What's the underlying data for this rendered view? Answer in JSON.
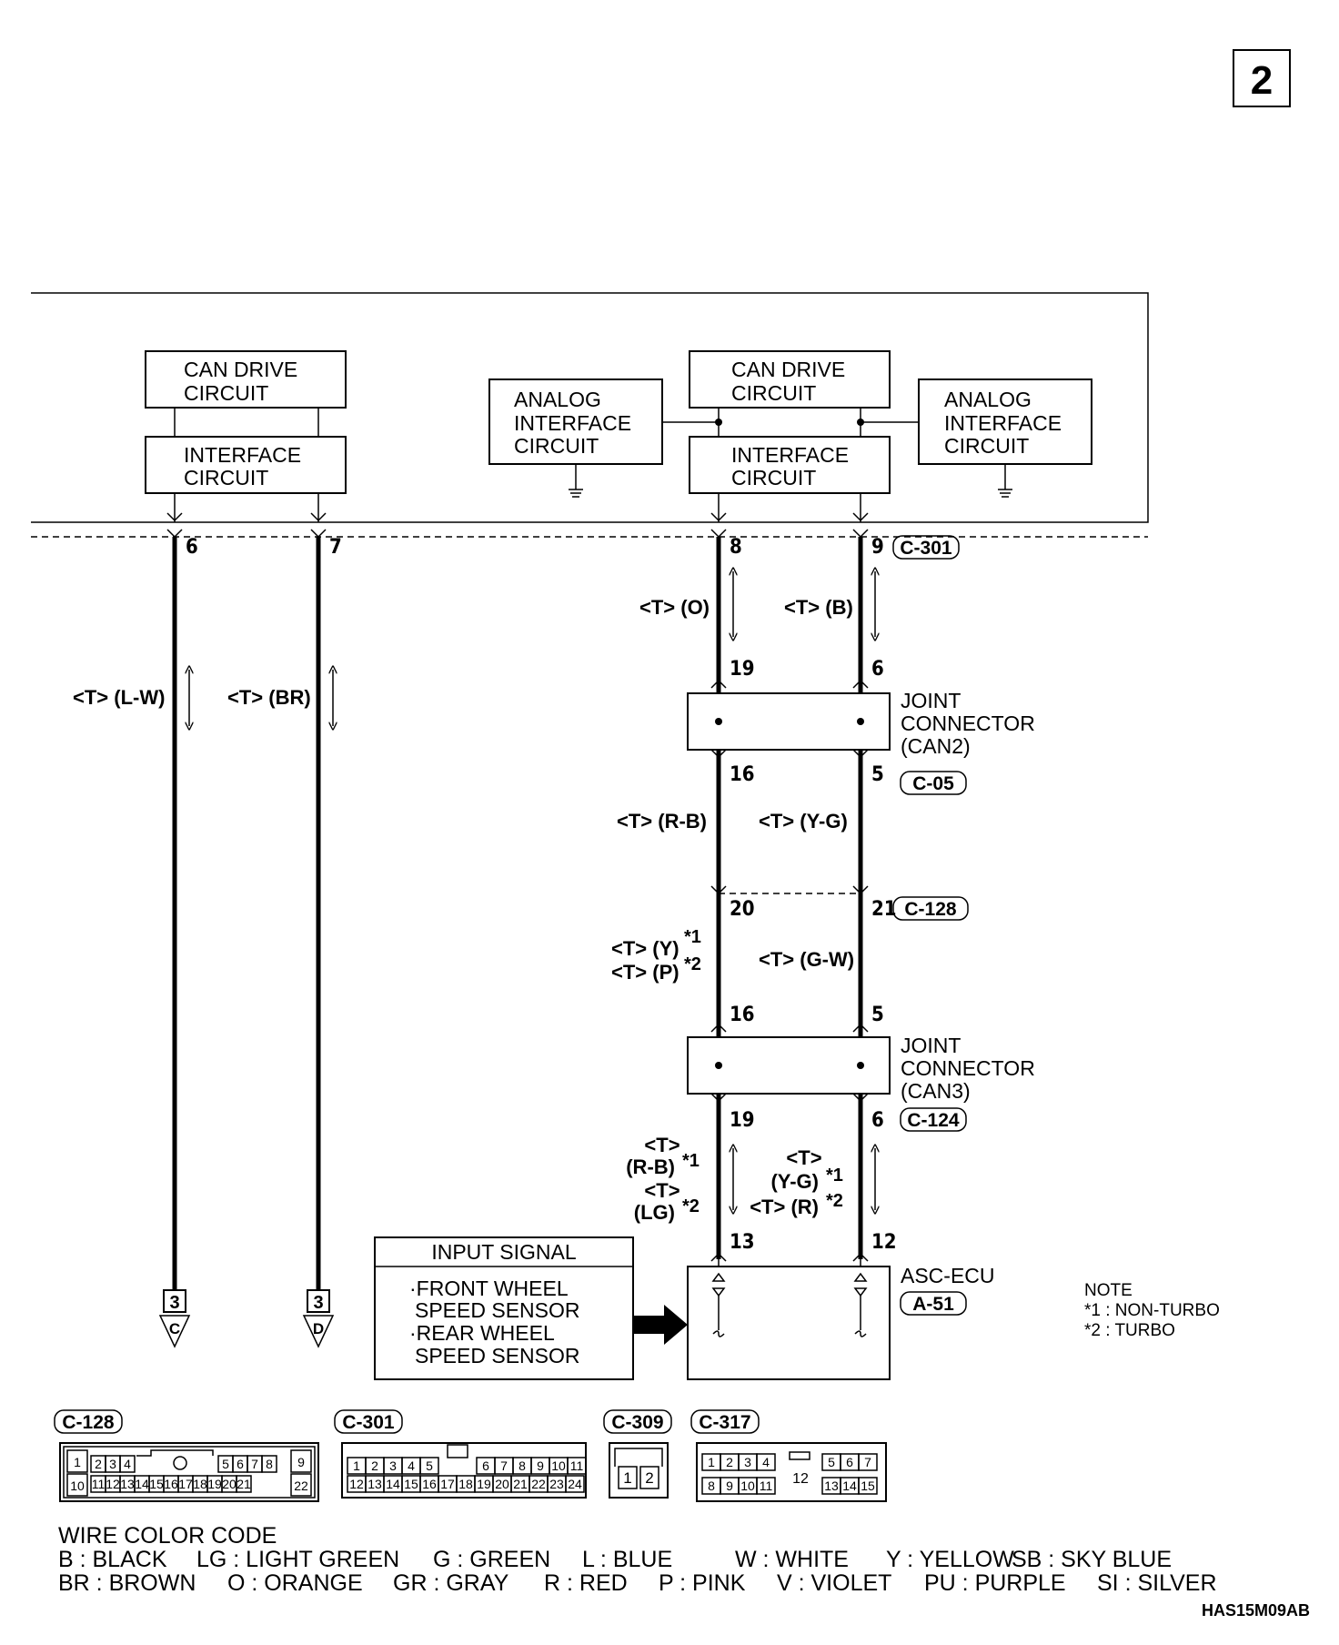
{
  "page_marker": "2",
  "blocks": {
    "can_drive_left": [
      "CAN DRIVE",
      "CIRCUIT"
    ],
    "interface_left": [
      "INTERFACE",
      "CIRCUIT"
    ],
    "analog_mid": [
      "ANALOG",
      "INTERFACE",
      "CIRCUIT"
    ],
    "can_drive_right": [
      "CAN DRIVE",
      "CIRCUIT"
    ],
    "interface_right": [
      "INTERFACE",
      "CIRCUIT"
    ],
    "analog_right": [
      "ANALOG",
      "INTERFACE",
      "CIRCUIT"
    ]
  },
  "pins": {
    "w1_top": "6",
    "w2_top": "7",
    "w3_top": "8",
    "w4_top": "9",
    "w3_j2_in": "19",
    "w4_j2_in": "6",
    "w3_j2_out": "16",
    "w4_j2_out": "5",
    "w3_c128": "20",
    "w4_c128": "21",
    "w3_j3_in": "16",
    "w4_j3_in": "5",
    "w3_j3_out": "19",
    "w4_j3_out": "6",
    "w3_ecu": "13",
    "w4_ecu": "12"
  },
  "connector_labels": {
    "c301": "C-301",
    "c05": "C-05",
    "c128": "C-128",
    "c124": "C-124",
    "a51": "A-51"
  },
  "wire_colors": {
    "w1": "<T> (L-W)",
    "w2": "<T> (BR)",
    "w3_a": "<T> (O)",
    "w4_a": "<T> (B)",
    "w3_b": "<T> (R-B)",
    "w4_b": "<T> (Y-G)",
    "w3_c1": "<T> (Y)",
    "w3_c2": "<T> (P)",
    "w4_c": "<T> (G-W)",
    "w3_d_t1": "<T>",
    "w3_d_c1": "(R-B)",
    "w3_d_t2": "<T>",
    "w3_d_c2": "(LG)",
    "w4_d_t1": "<T>",
    "w4_d_c1": "(Y-G)",
    "w4_d_c2": "<T> (R)",
    "star1": "*1",
    "star2": "*2"
  },
  "joint_connectors": {
    "can2": [
      "JOINT",
      "CONNECTOR",
      "(CAN2)"
    ],
    "can3": [
      "JOINT",
      "CONNECTOR",
      "(CAN3)"
    ]
  },
  "ecu": {
    "name": "ASC-ECU",
    "connector": "A-51"
  },
  "input_signal": {
    "title": "INPUT SIGNAL",
    "lines": [
      "·FRONT WHEEL",
      "SPEED SENSOR",
      "·REAR WHEEL",
      "SPEED SENSOR"
    ]
  },
  "continuation": {
    "left": {
      "sheet": "3",
      "letter": "C"
    },
    "right": {
      "sheet": "3",
      "letter": "D"
    }
  },
  "note": {
    "title": "NOTE",
    "items": [
      "*1 : NON-TURBO",
      "*2 : TURBO"
    ]
  },
  "connector_faces": {
    "c128": {
      "label": "C-128",
      "top_row": [
        "1",
        "2",
        "3",
        "4",
        "5",
        "6",
        "7",
        "8",
        "9"
      ],
      "bottom_row": [
        "10",
        "11",
        "12",
        "13",
        "14",
        "15",
        "16",
        "17",
        "18",
        "19",
        "20",
        "21",
        "22"
      ]
    },
    "c301": {
      "label": "C-301",
      "top_row": [
        "1",
        "2",
        "3",
        "4",
        "5",
        "6",
        "7",
        "8",
        "9",
        "10",
        "11"
      ],
      "bottom_row": [
        "12",
        "13",
        "14",
        "15",
        "16",
        "17",
        "18",
        "19",
        "20",
        "21",
        "22",
        "23",
        "24"
      ]
    },
    "c309": {
      "label": "C-309",
      "pins": [
        "1",
        "2"
      ]
    },
    "c317": {
      "label": "C-317",
      "top_row": [
        "1",
        "2",
        "3",
        "4",
        "5",
        "6",
        "7"
      ],
      "bottom_row": [
        "8",
        "9",
        "10",
        "11",
        "13",
        "14",
        "15"
      ],
      "center_pin": "12"
    }
  },
  "wire_color_code": {
    "title": "WIRE COLOR CODE",
    "row1": [
      "B : BLACK",
      "LG : LIGHT GREEN",
      "G : GREEN",
      "L : BLUE",
      "W : WHITE",
      "Y : YELLOW",
      "SB : SKY BLUE"
    ],
    "row2": [
      "BR : BROWN",
      "O : ORANGE",
      "GR : GRAY",
      "R : RED",
      "P : PINK",
      "V : VIOLET",
      "PU : PURPLE",
      "SI : SILVER"
    ]
  },
  "figure_code": "HAS15M09AB"
}
